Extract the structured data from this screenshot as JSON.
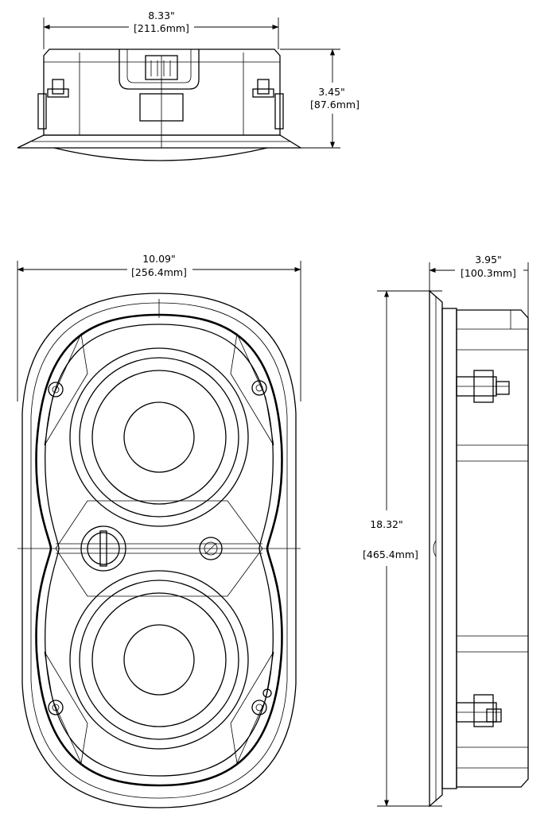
{
  "dimensions": {
    "top_width": {
      "inches": "8.33\"",
      "mm": "[211.6mm]"
    },
    "top_height": {
      "inches": "3.45\"",
      "mm": "[87.6mm]"
    },
    "front_width": {
      "inches": "10.09\"",
      "mm": "[256.4mm]"
    },
    "front_height": {
      "inches": "18.32\"",
      "mm": "[465.4mm]"
    },
    "side_depth": {
      "inches": "3.95\"",
      "mm": "[100.3mm]"
    }
  }
}
